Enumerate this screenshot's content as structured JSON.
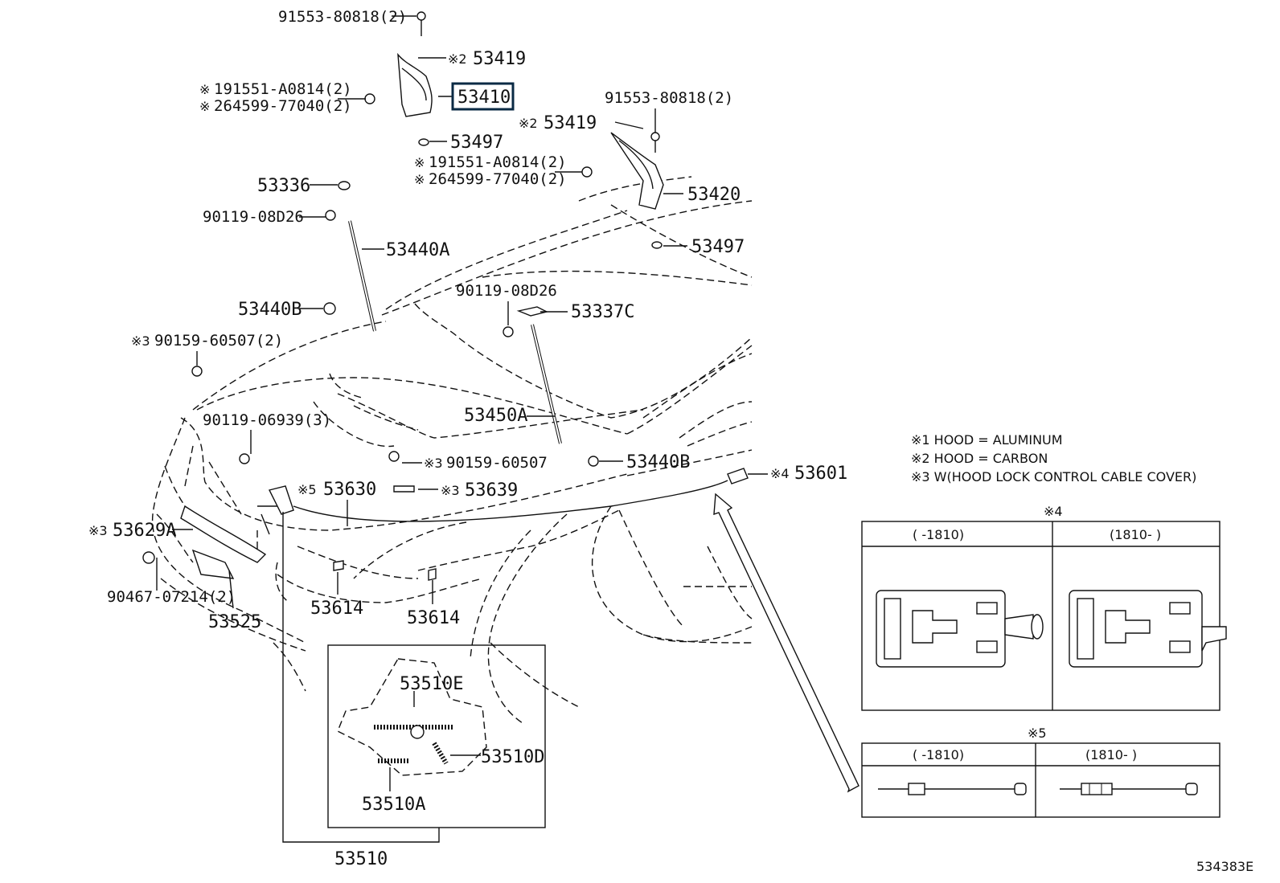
{
  "diagram_id": "534383E",
  "highlighted_part": "53410",
  "callouts": {
    "c_91553_top": "91553-80818(2)",
    "c_53419_top": "53419",
    "c_53419_top_mark": "※2",
    "c_91551_left": "191551-A0814(2)",
    "c_91551_left_mark": "※",
    "c_64599_left": "264599-77040(2)",
    "c_64599_left_mark": "※",
    "c_53410": "53410",
    "c_53497_top": "53497",
    "c_91553_right": "91553-80818(2)",
    "c_53419_right": "53419",
    "c_53419_right_mark": "※2",
    "c_91551_right": "191551-A0814(2)",
    "c_91551_right_mark": "※",
    "c_64599_right": "264599-77040(2)",
    "c_64599_right_mark": "※",
    "c_53336": "53336",
    "c_53420": "53420",
    "c_90119_08d26_a": "90119-08D26",
    "c_53497_right": "53497",
    "c_53440a": "53440A",
    "c_90119_08d26_b": "90119-08D26",
    "c_53440b_left": "53440B",
    "c_53337c": "53337C",
    "c_90159_a": "90159-60507(2)",
    "c_90159_a_mark": "※3",
    "c_90119_06939": "90119-06939(3)",
    "c_53450a": "53450A",
    "c_90159_b": "90159-60507",
    "c_90159_b_mark": "※3",
    "c_53440b_right": "53440B",
    "c_53601": "53601",
    "c_53601_mark": "※4",
    "c_53630": "53630",
    "c_53630_mark": "※5",
    "c_53639": "53639",
    "c_53639_mark": "※3",
    "c_53629a": "53629A",
    "c_53629a_mark": "※3",
    "c_90467": "90467-07214(2)",
    "c_53525": "53525",
    "c_53614_a": "53614",
    "c_53614_b": "53614",
    "c_53510e": "53510E",
    "c_53510d": "53510D",
    "c_53510a": "53510A",
    "c_53510": "53510"
  },
  "notes": {
    "n1": "※1 HOOD = ALUMINUM",
    "n2": "※2 HOOD = CARBON",
    "n3": "※3 W(HOOD LOCK CONTROL CABLE COVER)"
  },
  "table4": {
    "title": "※4",
    "col1": "(      -1810)",
    "col2": "(1810-      )"
  },
  "table5": {
    "title": "※5",
    "col1": "(      -1810)",
    "col2": "(1810-      )"
  }
}
